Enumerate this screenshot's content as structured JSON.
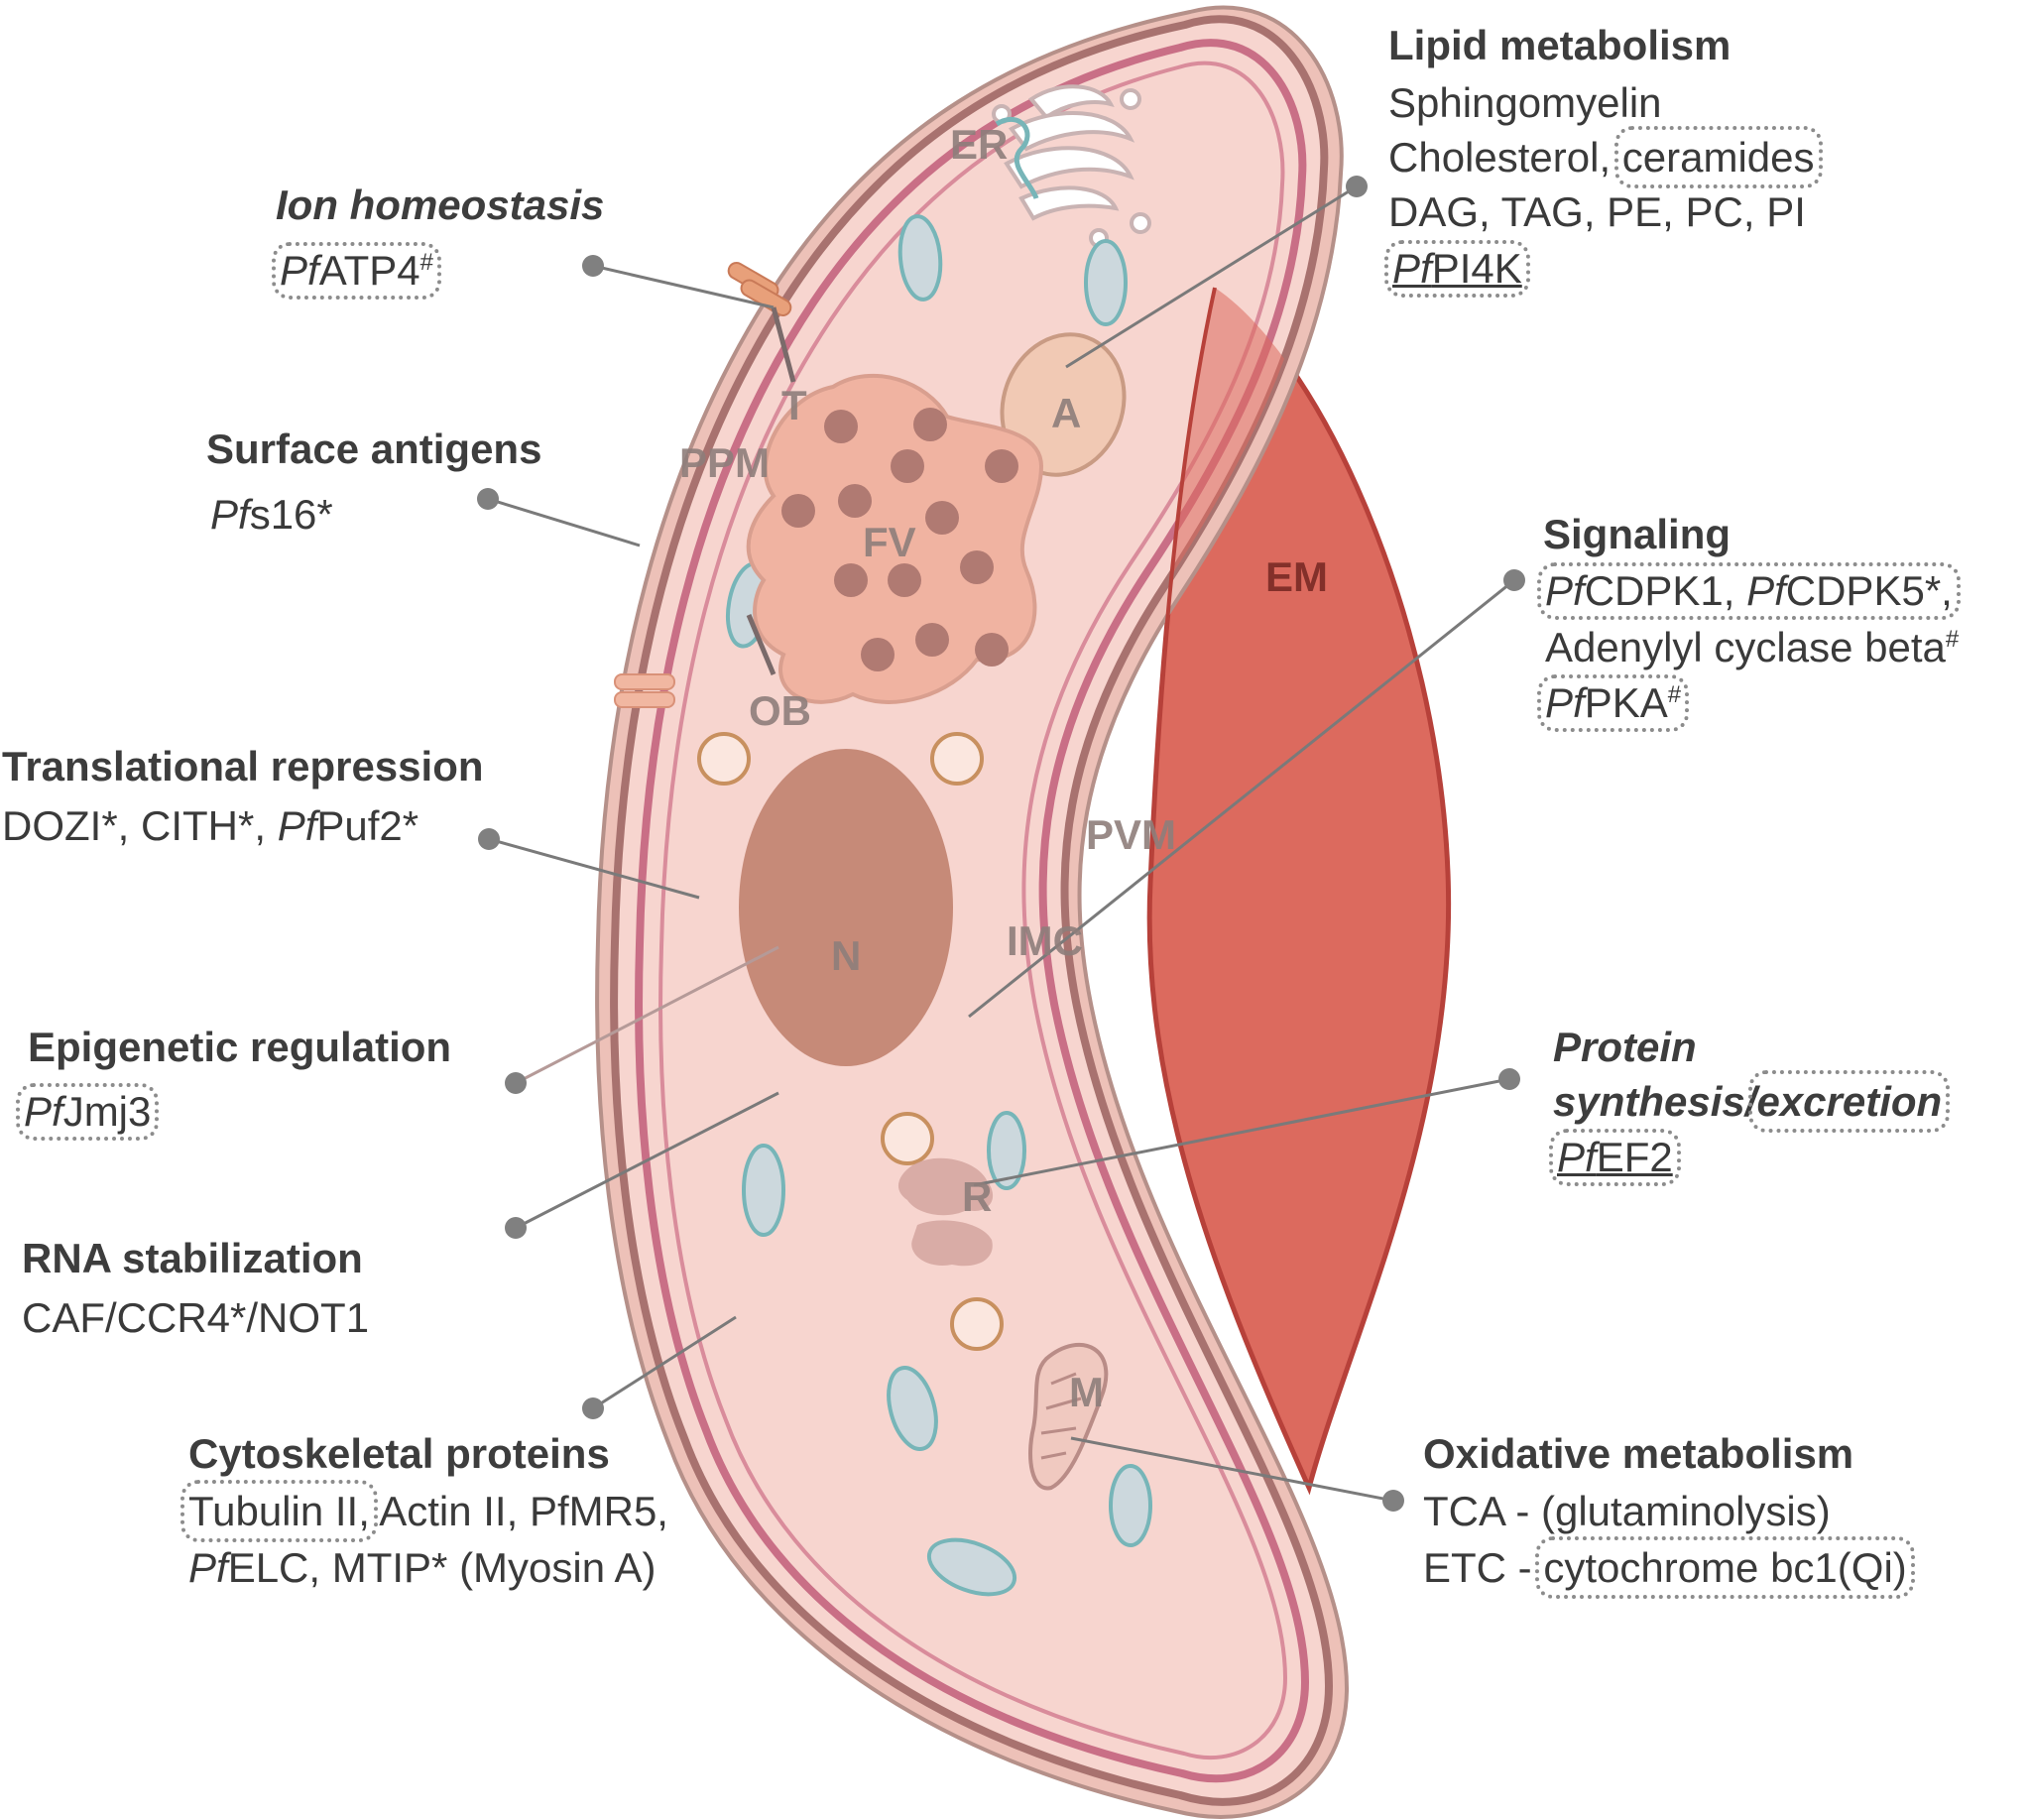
{
  "organelles": {
    "er": "ER",
    "t": "T",
    "a": "A",
    "ppm": "PPM",
    "fv": "FV",
    "ob": "OB",
    "em": "EM",
    "pvm": "PVM",
    "imc": "IMC",
    "n": "N",
    "r": "R",
    "m": "M"
  },
  "ion": {
    "title": "Ion homeostasis",
    "pf": "Pf",
    "gene": "ATP4",
    "mark": "#"
  },
  "surface": {
    "title": "Surface antigens",
    "pf": "Pf",
    "gene": "s16*"
  },
  "translational": {
    "title": "Translational repression",
    "text": "DOZI*, CITH*, ",
    "pf": "Pf",
    "gene": "Puf2*"
  },
  "epigenetic": {
    "title": "Epigenetic regulation",
    "pf": "Pf",
    "gene": "Jmj3"
  },
  "rna": {
    "title": "RNA stabilization",
    "text": "CAF/CCR4*/NOT1"
  },
  "cyto": {
    "title": "Cytoskeletal proteins",
    "boxed": "Tubulin II,",
    "line1_rest": " Actin II, PfMR5,",
    "pf": "Pf",
    "line2_rest": "ELC, MTIP* (Myosin A)"
  },
  "lipid": {
    "title": "Lipid metabolism",
    "line1": "Sphingomyelin",
    "line2_a": "Cholesterol, ",
    "line2_box": "ceramides",
    "line3": "DAG, TAG, PE, PC, PI",
    "pf": "Pf",
    "gene": "PI4K"
  },
  "signaling": {
    "title": "Signaling",
    "pf1": "Pf",
    "g1": "CDPK1, ",
    "pf2": "Pf",
    "g2": "CDPK5*,",
    "line2": "Adenylyl cyclase beta",
    "mark2": "#",
    "pf3": "Pf",
    "g3": "PKA",
    "mark3": "#"
  },
  "protein": {
    "title1": "Protein",
    "title2a": "synthesis/",
    "title2b": "excretion",
    "pf": "Pf",
    "gene": "EF2"
  },
  "oxidative": {
    "title": "Oxidative metabolism",
    "line1": "TCA - (glutaminolysis)",
    "line2_a": "ETC - ",
    "line2_box": "cytochrome bc1(Qi)"
  },
  "colors": {
    "cell_fill": "#f7d5cf",
    "membrane": "#c96f86",
    "outer_membrane": "#a8726f",
    "em_fill": "#dc6a5e",
    "em_edge": "#b7413a",
    "nucleus": "#c68a78",
    "fv_fill": "#f0b3a1",
    "fv_dot": "#b07a72",
    "vesicle_fill": "#ccd8dd",
    "vesicle_edge": "#77b5b8",
    "leader": "#7a7a7a"
  }
}
